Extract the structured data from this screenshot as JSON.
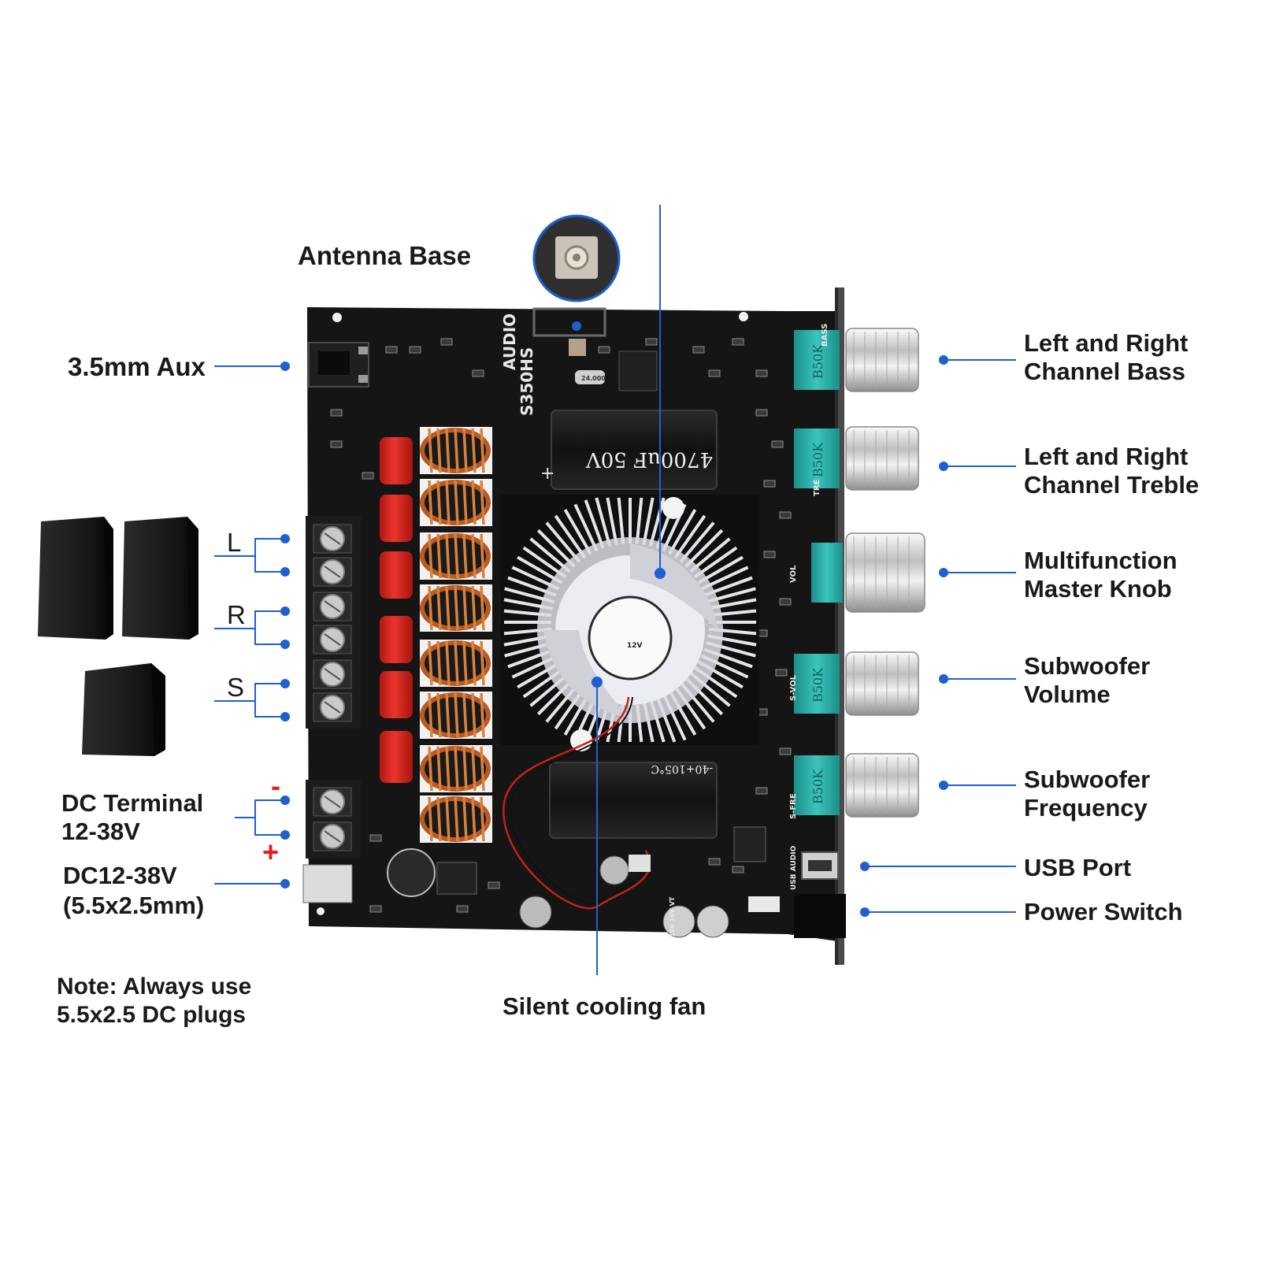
{
  "colors": {
    "accent": "#1f5fd0",
    "pcb": "#151515",
    "heatsink": "#e9e9ee",
    "capacitor_red": "#d8231f",
    "inductor_copper": "#c0642a",
    "potentiometer": "#22a8a2",
    "knob_chrome": "#d6d6d6"
  },
  "labels": {
    "antenna_base": "Antenna Base",
    "aux": "3.5mm Aux",
    "left_channel": "L",
    "right_channel": "R",
    "subwoofer_channel": "S",
    "dc_terminal": [
      "DC Terminal",
      "12-38V"
    ],
    "dc_polarity_minus": "-",
    "dc_polarity_plus": "+",
    "dc_jack": [
      "DC12-38V",
      "(5.5x2.5mm)"
    ],
    "note": [
      "Note: Always use",
      "5.5x2.5 DC plugs"
    ],
    "fan": "Silent cooling fan",
    "bass": [
      "Left and Right",
      "Channel Bass"
    ],
    "treble": [
      "Left and Right",
      "Channel Treble"
    ],
    "master": [
      "Multifunction",
      "Master Knob"
    ],
    "sub_volume": [
      "Subwoofer",
      "Volume"
    ],
    "sub_frequency": [
      "Subwoofer",
      "Frequency"
    ],
    "usb": "USB Port",
    "power": "Power Switch"
  },
  "board_text": {
    "audio": "AUDIO",
    "model": "S350HS",
    "capacitor": "4700uF  50V",
    "capacitor_temp": "-40+105°C",
    "fan_voltage": "12V",
    "pot_value": "B50K",
    "pot_bass": "BASS",
    "pot_treble": "TRE",
    "pot_volume": "VOL",
    "pot_sub_volume": "S-VOL",
    "pot_sub_freq": "S-FRE",
    "usb_audio": "USB AUDIO",
    "crystal": "24.000",
    "small_cap": "100 16V VT"
  },
  "icons": {
    "speaker": "speaker-icon",
    "pointer_dot": "pointer-dot-icon"
  }
}
